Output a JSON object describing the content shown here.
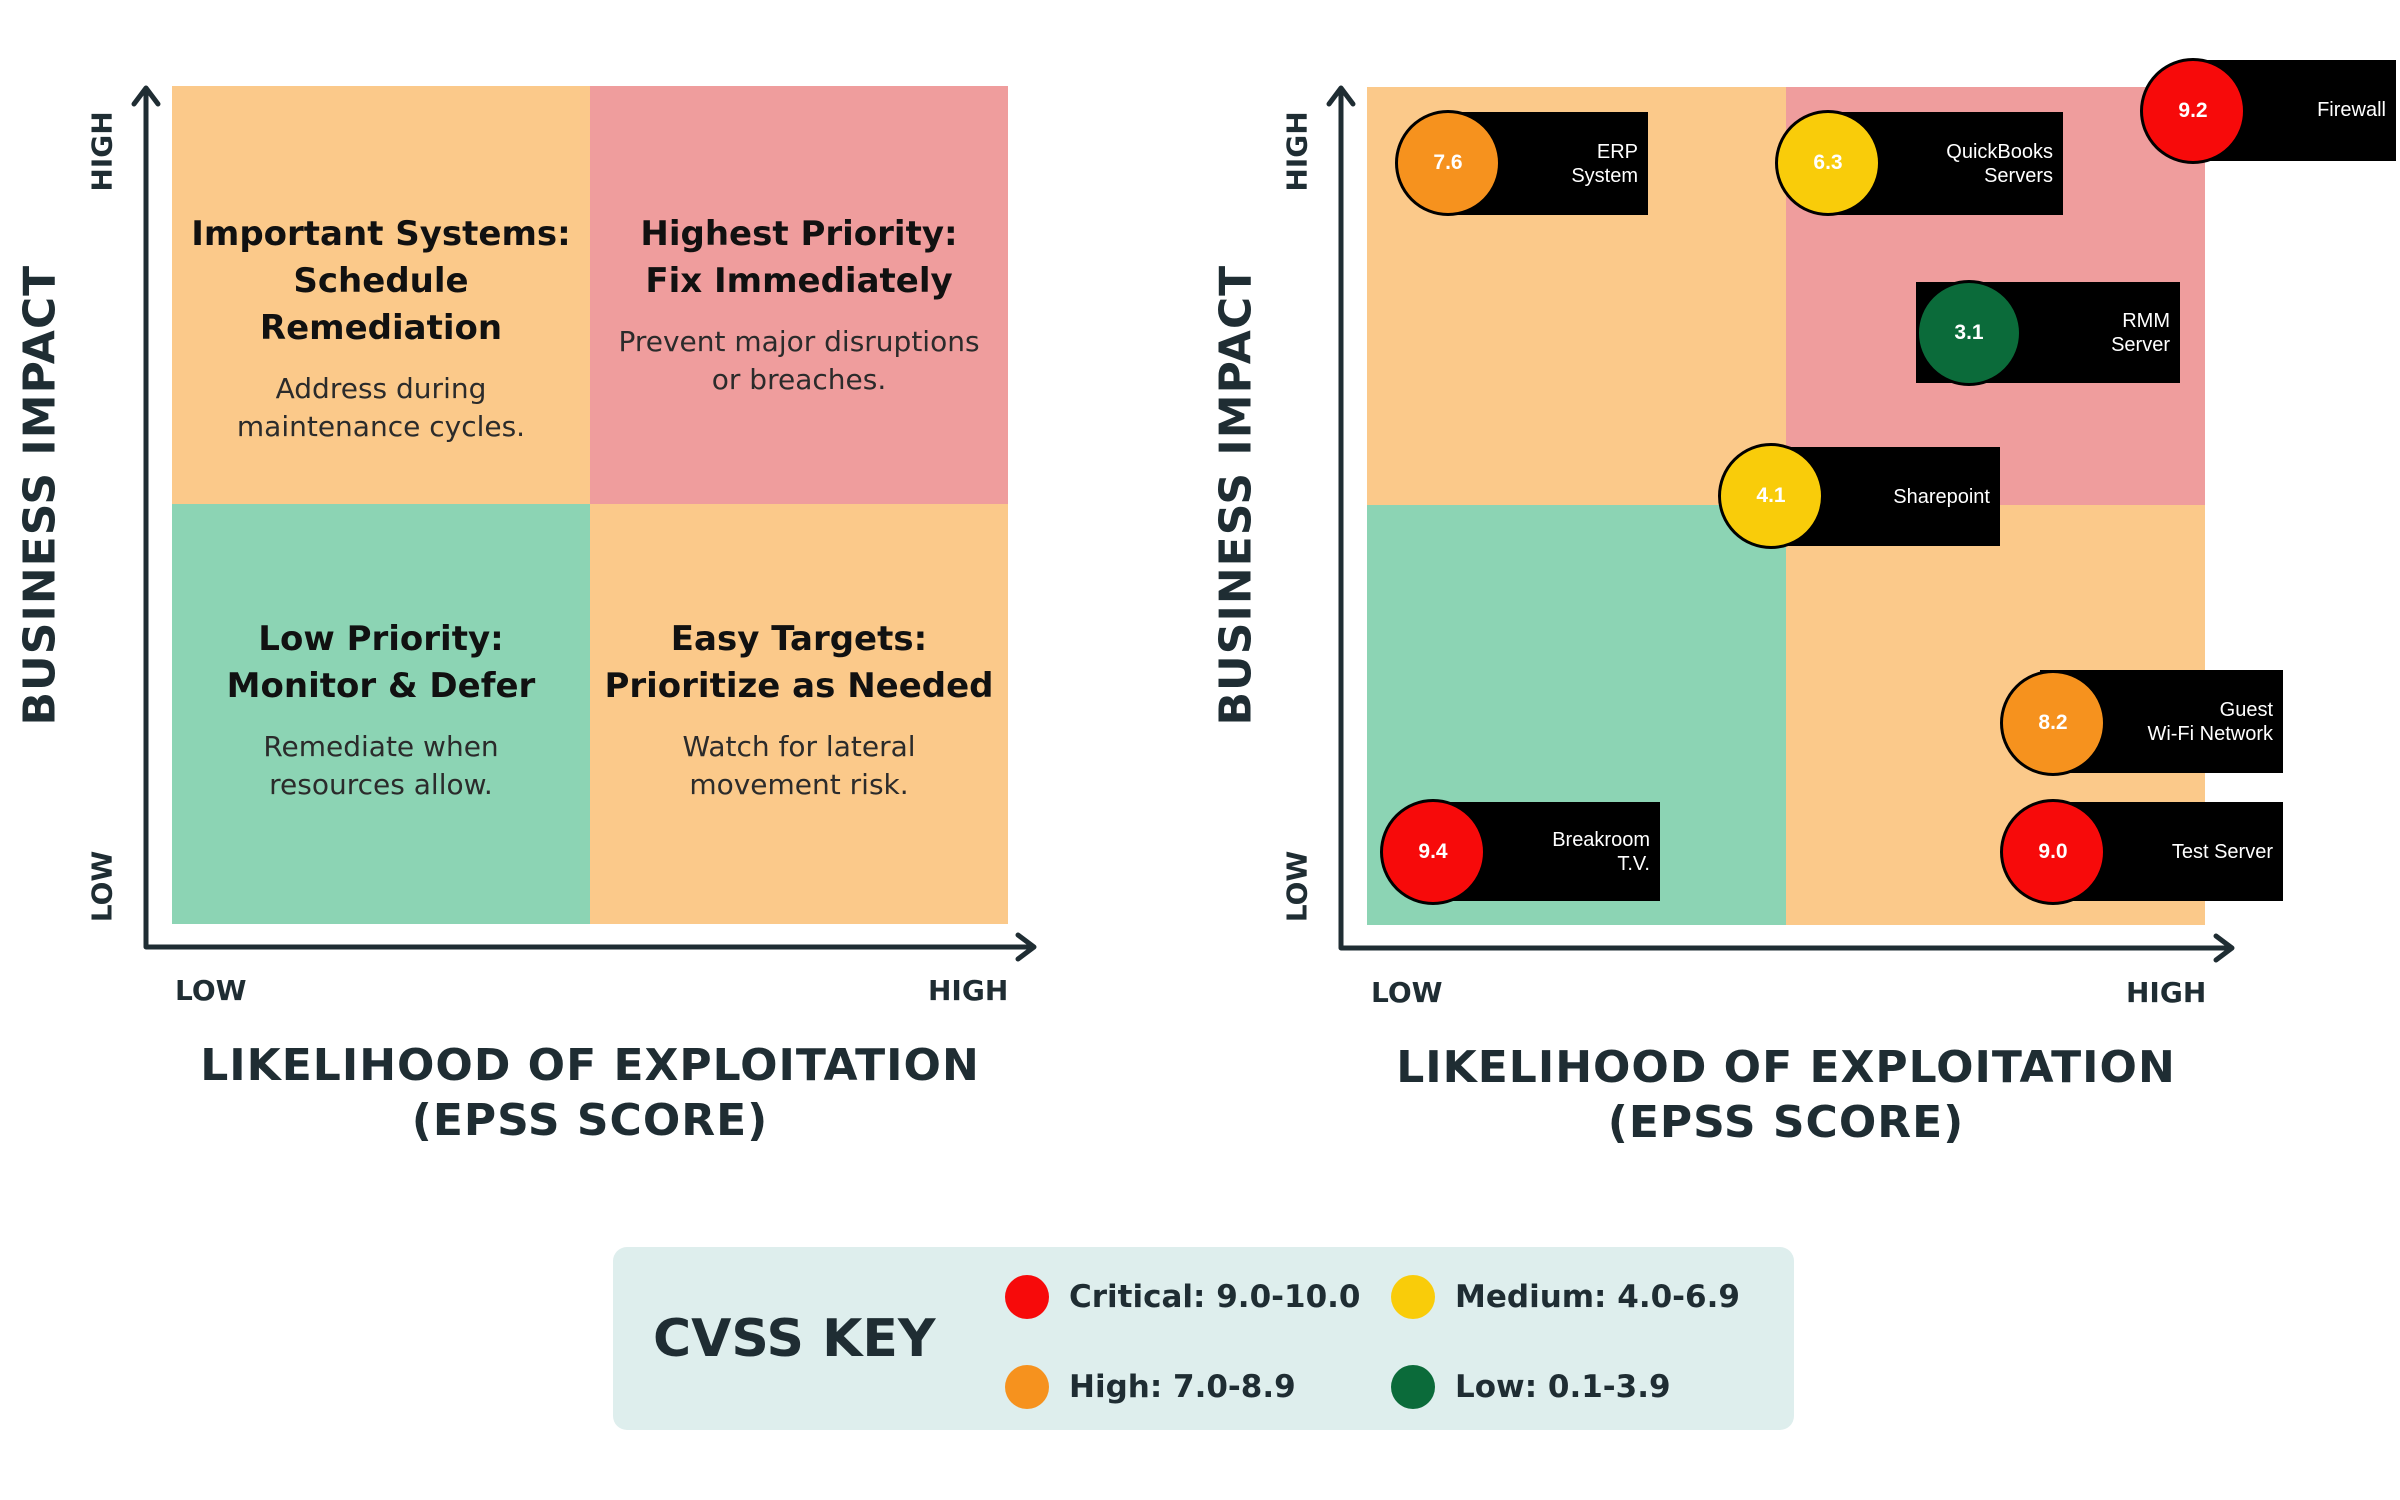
{
  "left_chart": {
    "y_axis_title": "BUSINESS IMPACT",
    "y_high": "HIGH",
    "y_low": "LOW",
    "x_low": "LOW",
    "x_high": "HIGH",
    "x_axis_title": "LIKELIHOOD OF EXPLOITATION\n(EPSS SCORE)",
    "quadrants": {
      "top_left": {
        "title": "Important Systems:\nSchedule Remediation",
        "desc": "Address during\nmaintenance cycles.",
        "color": "#fbc98a"
      },
      "top_right": {
        "title": "Highest Priority:\nFix Immediately",
        "desc": "Prevent major disruptions\nor breaches.",
        "color": "#ef9d9d"
      },
      "bottom_left": {
        "title": "Low Priority:\nMonitor & Defer",
        "desc": "Remediate when\nresources allow.",
        "color": "#8cd4b4"
      },
      "bottom_right": {
        "title": "Easy Targets:\nPrioritize as Needed",
        "desc": "Watch for lateral\nmovement risk.",
        "color": "#fbc98a"
      }
    }
  },
  "right_chart": {
    "y_axis_title": "BUSINESS IMPACT",
    "y_high": "HIGH",
    "y_low": "LOW",
    "x_low": "LOW",
    "x_high": "HIGH",
    "x_axis_title": "LIKELIHOOD OF EXPLOITATION\n(EPSS SCORE)",
    "assets": [
      {
        "name": "ERP\nSystem",
        "cvss": "7.6",
        "level": "high"
      },
      {
        "name": "QuickBooks\nServers",
        "cvss": "6.3",
        "level": "medium"
      },
      {
        "name": "Firewall",
        "cvss": "9.2",
        "level": "critical"
      },
      {
        "name": "RMM\nServer",
        "cvss": "3.1",
        "level": "low"
      },
      {
        "name": "Sharepoint",
        "cvss": "4.1",
        "level": "medium"
      },
      {
        "name": "Guest\nWi-Fi Network",
        "cvss": "8.2",
        "level": "high"
      },
      {
        "name": "Breakroom\nT.V.",
        "cvss": "9.4",
        "level": "critical"
      },
      {
        "name": "Test Server",
        "cvss": "9.0",
        "level": "critical"
      }
    ]
  },
  "key": {
    "title": "CVSS KEY",
    "items": [
      {
        "label": "Critical: 9.0-10.0",
        "level": "critical"
      },
      {
        "label": "Medium: 4.0-6.9",
        "level": "medium"
      },
      {
        "label": "High: 7.0-8.9",
        "level": "high"
      },
      {
        "label": "Low: 0.1-3.9",
        "level": "low"
      }
    ]
  },
  "colors": {
    "critical": "#f70a0a",
    "high": "#f6921e",
    "medium": "#f9cc0a",
    "low": "#0b6b3a",
    "axis": "#1f2d33"
  }
}
